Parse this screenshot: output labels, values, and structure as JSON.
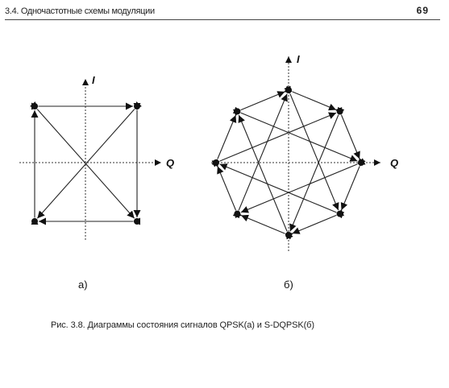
{
  "header": {
    "section_title": "3.4. Одночастотные схемы модуляции",
    "page_number": "69"
  },
  "figures": {
    "qpsk": {
      "axis_vertical": "I",
      "axis_horizontal": "Q",
      "label": "а)"
    },
    "sdqpsk": {
      "axis_vertical": "I",
      "axis_horizontal": "Q",
      "label": "б)"
    }
  },
  "caption": "Рис. 3.8. Диаграммы состояния сигналов QPSK(а) и S-DQPSK(б)"
}
